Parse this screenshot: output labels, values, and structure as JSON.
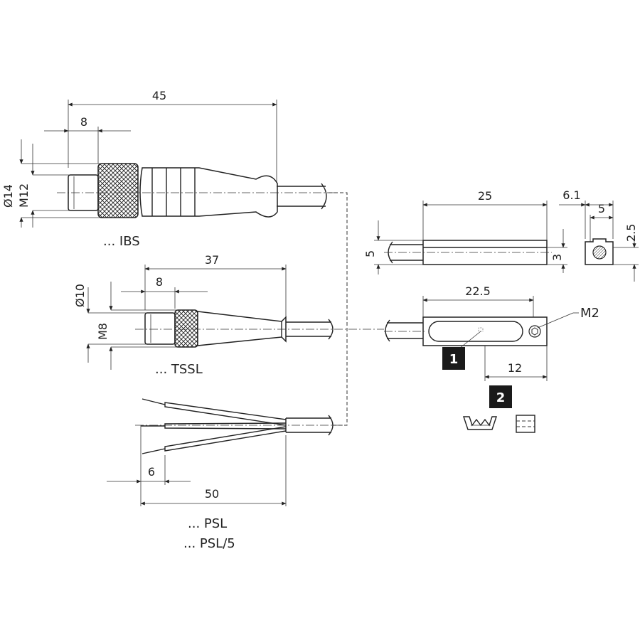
{
  "labels": {
    "ibs": "... IBS",
    "tssl": "... TSSL",
    "psl": "... PSL",
    "psl5": "... PSL/5",
    "m2": "M2"
  },
  "dimensions": {
    "ibs_length": "45",
    "ibs_head": "8",
    "ibs_d14": "Ø14",
    "ibs_m12": "M12",
    "tssl_length": "37",
    "tssl_head": "8",
    "tssl_d10": "Ø10",
    "tssl_m8": "M8",
    "psl_strip": "6",
    "psl_length": "50",
    "sensor_length": "25",
    "sensor_height": "5",
    "sensor_step": "3",
    "end_width": "6.1",
    "end_inner": "5",
    "end_height": "2.5",
    "screw_pos": "22.5",
    "point_pos": "12"
  },
  "badges": {
    "one": "1",
    "two": "2"
  }
}
